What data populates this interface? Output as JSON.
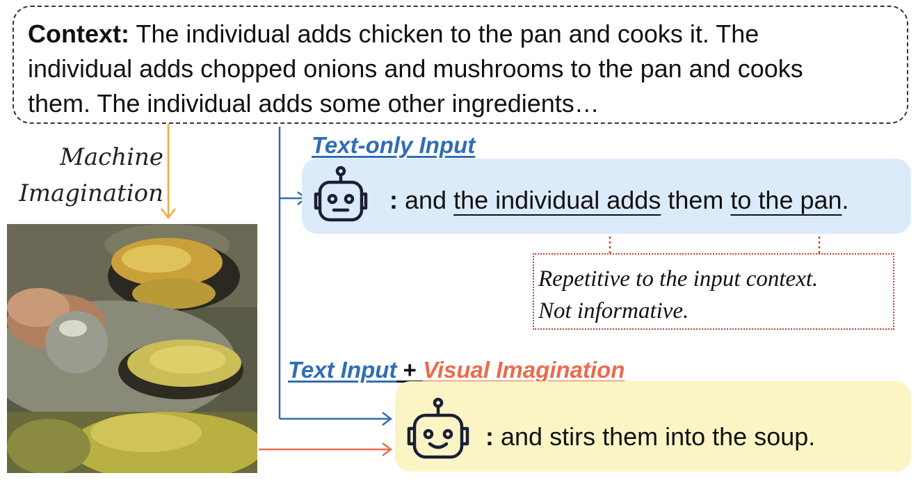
{
  "context": {
    "label": "Context:",
    "text_line1": "The individual adds chicken to the pan and cooks it. The",
    "text_line2": "individual adds chopped onions and mushrooms to the pan and cooks",
    "text_line3": "them. The individual adds some other ingredients…"
  },
  "machine_imagination": {
    "line1": "Machine",
    "line2": "Imagination"
  },
  "text_only": {
    "heading": "Text-only Input",
    "colon": ":",
    "resp_and": "and",
    "resp_part1": "the individual adds",
    "resp_mid": "them",
    "resp_part2": "to the pan",
    "resp_end": "."
  },
  "annotation": {
    "line1": "Repetitive to the input context.",
    "line2": "Not informative."
  },
  "text_visual": {
    "heading_text": "Text Input",
    "plus": "+",
    "heading_visual": "Visual Imagination",
    "colon": ":",
    "response": "and stirs them into the soup."
  },
  "colors": {
    "blue": "#2f6db5",
    "orange": "#ec6a4c",
    "red_dotted": "#d9382c",
    "mi_arrow": "#f2a93b",
    "blue_panel": "#dcebfa",
    "yellow_panel": "#fbf5c5"
  },
  "icons": [
    "robot-icon-neutral",
    "robot-icon-smiling"
  ]
}
